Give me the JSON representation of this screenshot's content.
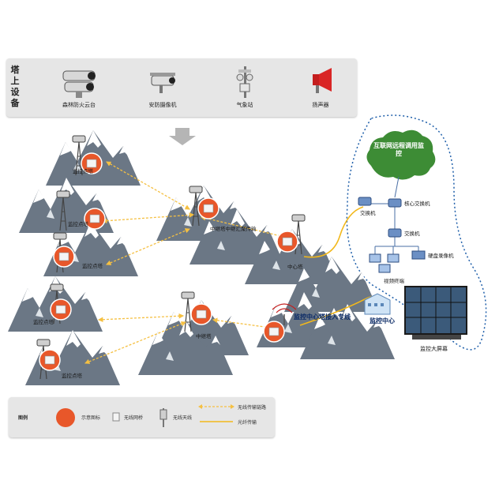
{
  "top_panel": {
    "title": "塔上设备",
    "devices": [
      {
        "icon": "pan-tilt-camera-icon",
        "label": "森林防火云台"
      },
      {
        "icon": "security-camera-icon",
        "label": "安防摄像机"
      },
      {
        "icon": "weather-station-icon",
        "label": "气象站"
      },
      {
        "icon": "loudspeaker-icon",
        "label": "扬声器"
      }
    ]
  },
  "diagram": {
    "internet": "互联网远程调用监控",
    "core_switch": "核心交换机",
    "switch_left": "交换机",
    "switch_center": "交换机",
    "nvr": "硬盘录像机",
    "terminal": "视频终端",
    "monitor_center": "监控中心",
    "video_wall": "监控大屏幕",
    "central_tower": "中心塔",
    "access_tower": "监控中心塔接入专线",
    "relay_top": "中继塔中继汇聚传输",
    "relay_bottom": "中继塔",
    "points": [
      "监控点塔",
      "监控点塔",
      "监控点塔",
      "监控点塔",
      "监控点塔"
    ]
  },
  "legend": {
    "title": "图例",
    "items": [
      {
        "icon": "indicator-icon",
        "label": "示意图标"
      },
      {
        "icon": "wireless-bridge-icon",
        "label": "无线网桥"
      },
      {
        "icon": "wireless-antenna-icon",
        "label": "无线天线"
      }
    ],
    "lines": [
      {
        "style": "dashed-arrow",
        "label": "无线传输链路"
      },
      {
        "style": "solid",
        "label": "光纤传输"
      }
    ]
  },
  "colors": {
    "panel": "#e6e6e6",
    "mountain": "#6b7785",
    "snow": "#ffffff",
    "indicator": "#e8572a",
    "wireless_link": "#f5c042",
    "fiber": "#f2b81b",
    "bubble": "#3d8c35",
    "dotted_boundary": "#1f5faa"
  }
}
